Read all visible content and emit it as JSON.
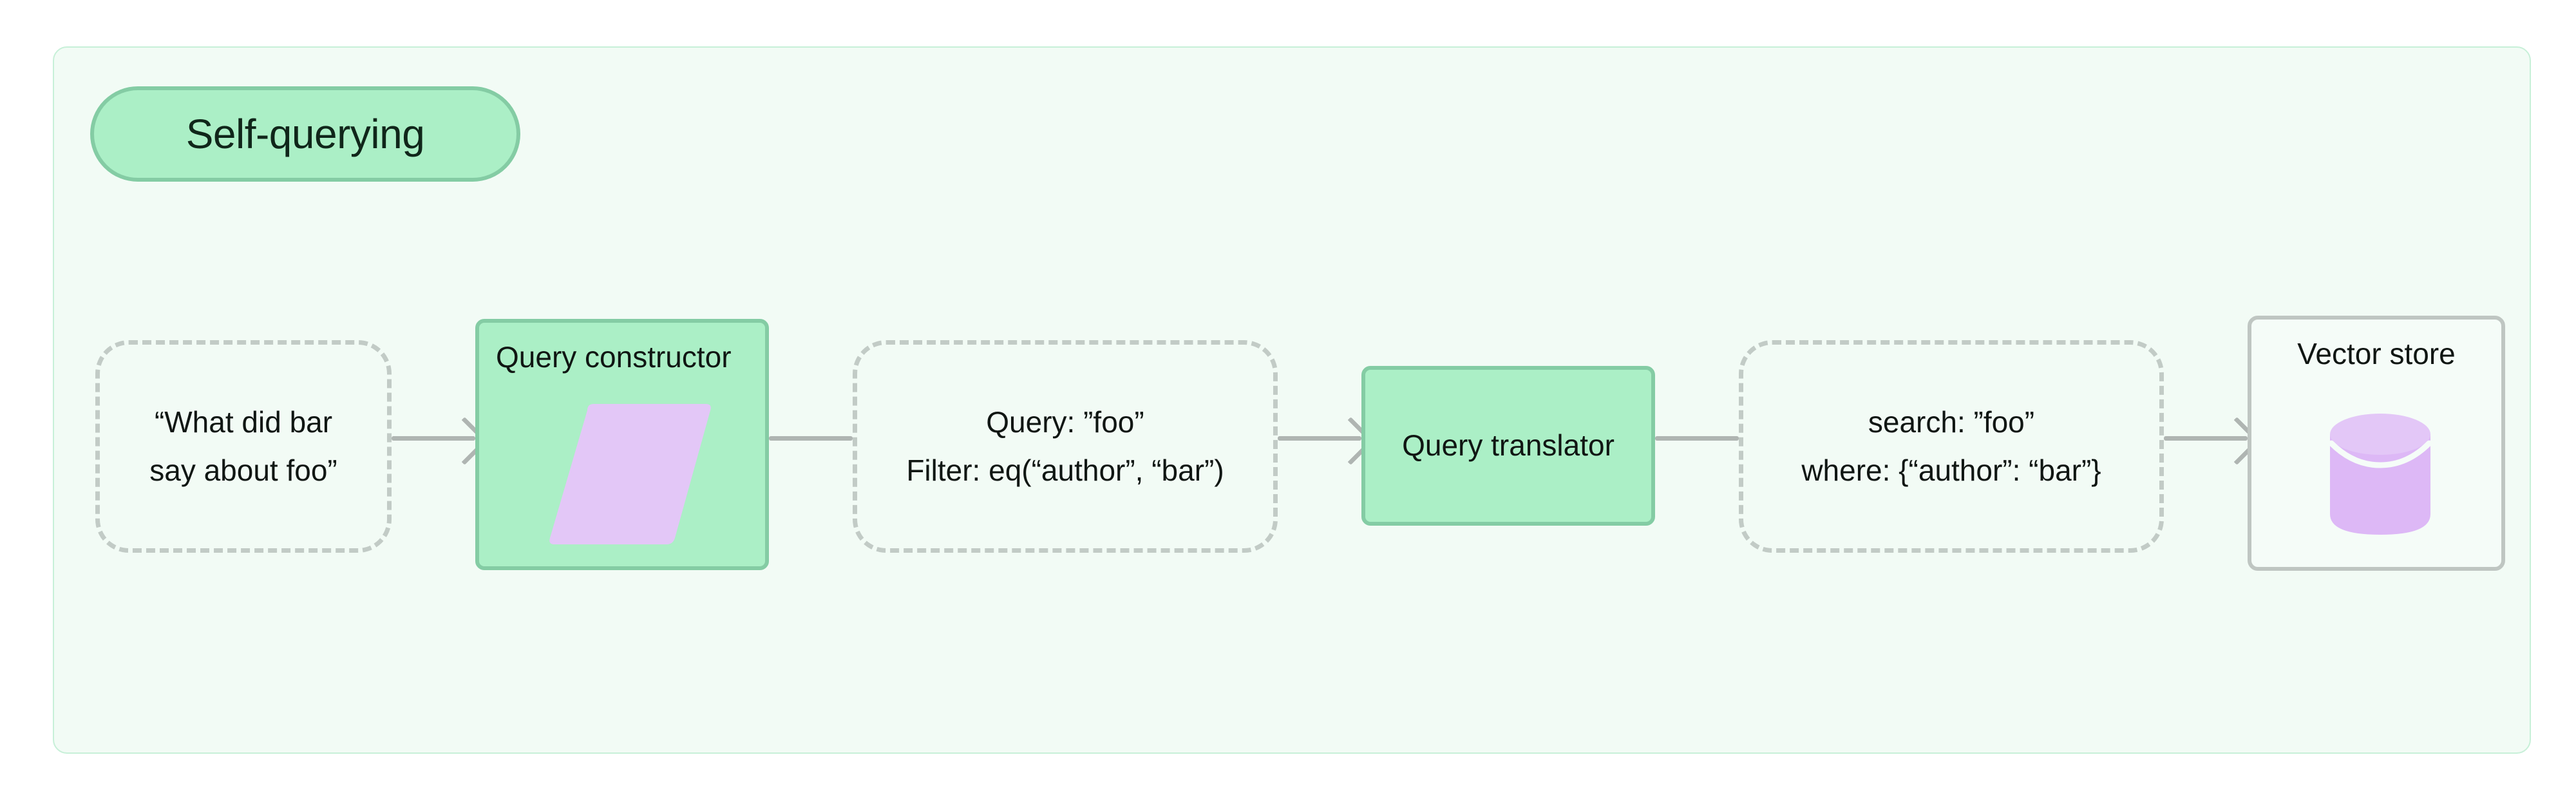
{
  "diagram": {
    "title": "Self-querying",
    "background_color": "#F2FBF5",
    "accent_green": "#ABEFC6",
    "accent_green_border": "#84CCA4",
    "accent_purple": "#E3C7F7",
    "edge_color": "#AFB5B2",
    "dashed_border_color": "#C2CBC6"
  },
  "nodes": {
    "user_question": {
      "name": "user-question-node",
      "style": "dashed",
      "text": "“What did bar\nsay about foo”"
    },
    "query_constructor": {
      "name": "query-constructor-node",
      "style": "green",
      "label": "Query constructor",
      "icon": "parallelogram-icon"
    },
    "structured_query": {
      "name": "structured-query-node",
      "style": "dashed",
      "text": "Query: ”foo”\nFilter: eq(“author”, “bar”)"
    },
    "query_translator": {
      "name": "query-translator-node",
      "style": "green",
      "label": "Query translator"
    },
    "translated_query": {
      "name": "translated-query-node",
      "style": "dashed",
      "text": "search: ”foo”\nwhere: {“author”: “bar”}"
    },
    "vector_store": {
      "name": "vector-store-node",
      "style": "plain",
      "label": "Vector store",
      "icon": "database-cylinder-icon"
    }
  },
  "edges": [
    {
      "from": "user_question",
      "to": "query_constructor",
      "arrowhead": true
    },
    {
      "from": "query_constructor",
      "to": "structured_query",
      "arrowhead": false
    },
    {
      "from": "structured_query",
      "to": "query_translator",
      "arrowhead": true
    },
    {
      "from": "query_translator",
      "to": "translated_query",
      "arrowhead": false
    },
    {
      "from": "translated_query",
      "to": "vector_store",
      "arrowhead": true
    }
  ]
}
